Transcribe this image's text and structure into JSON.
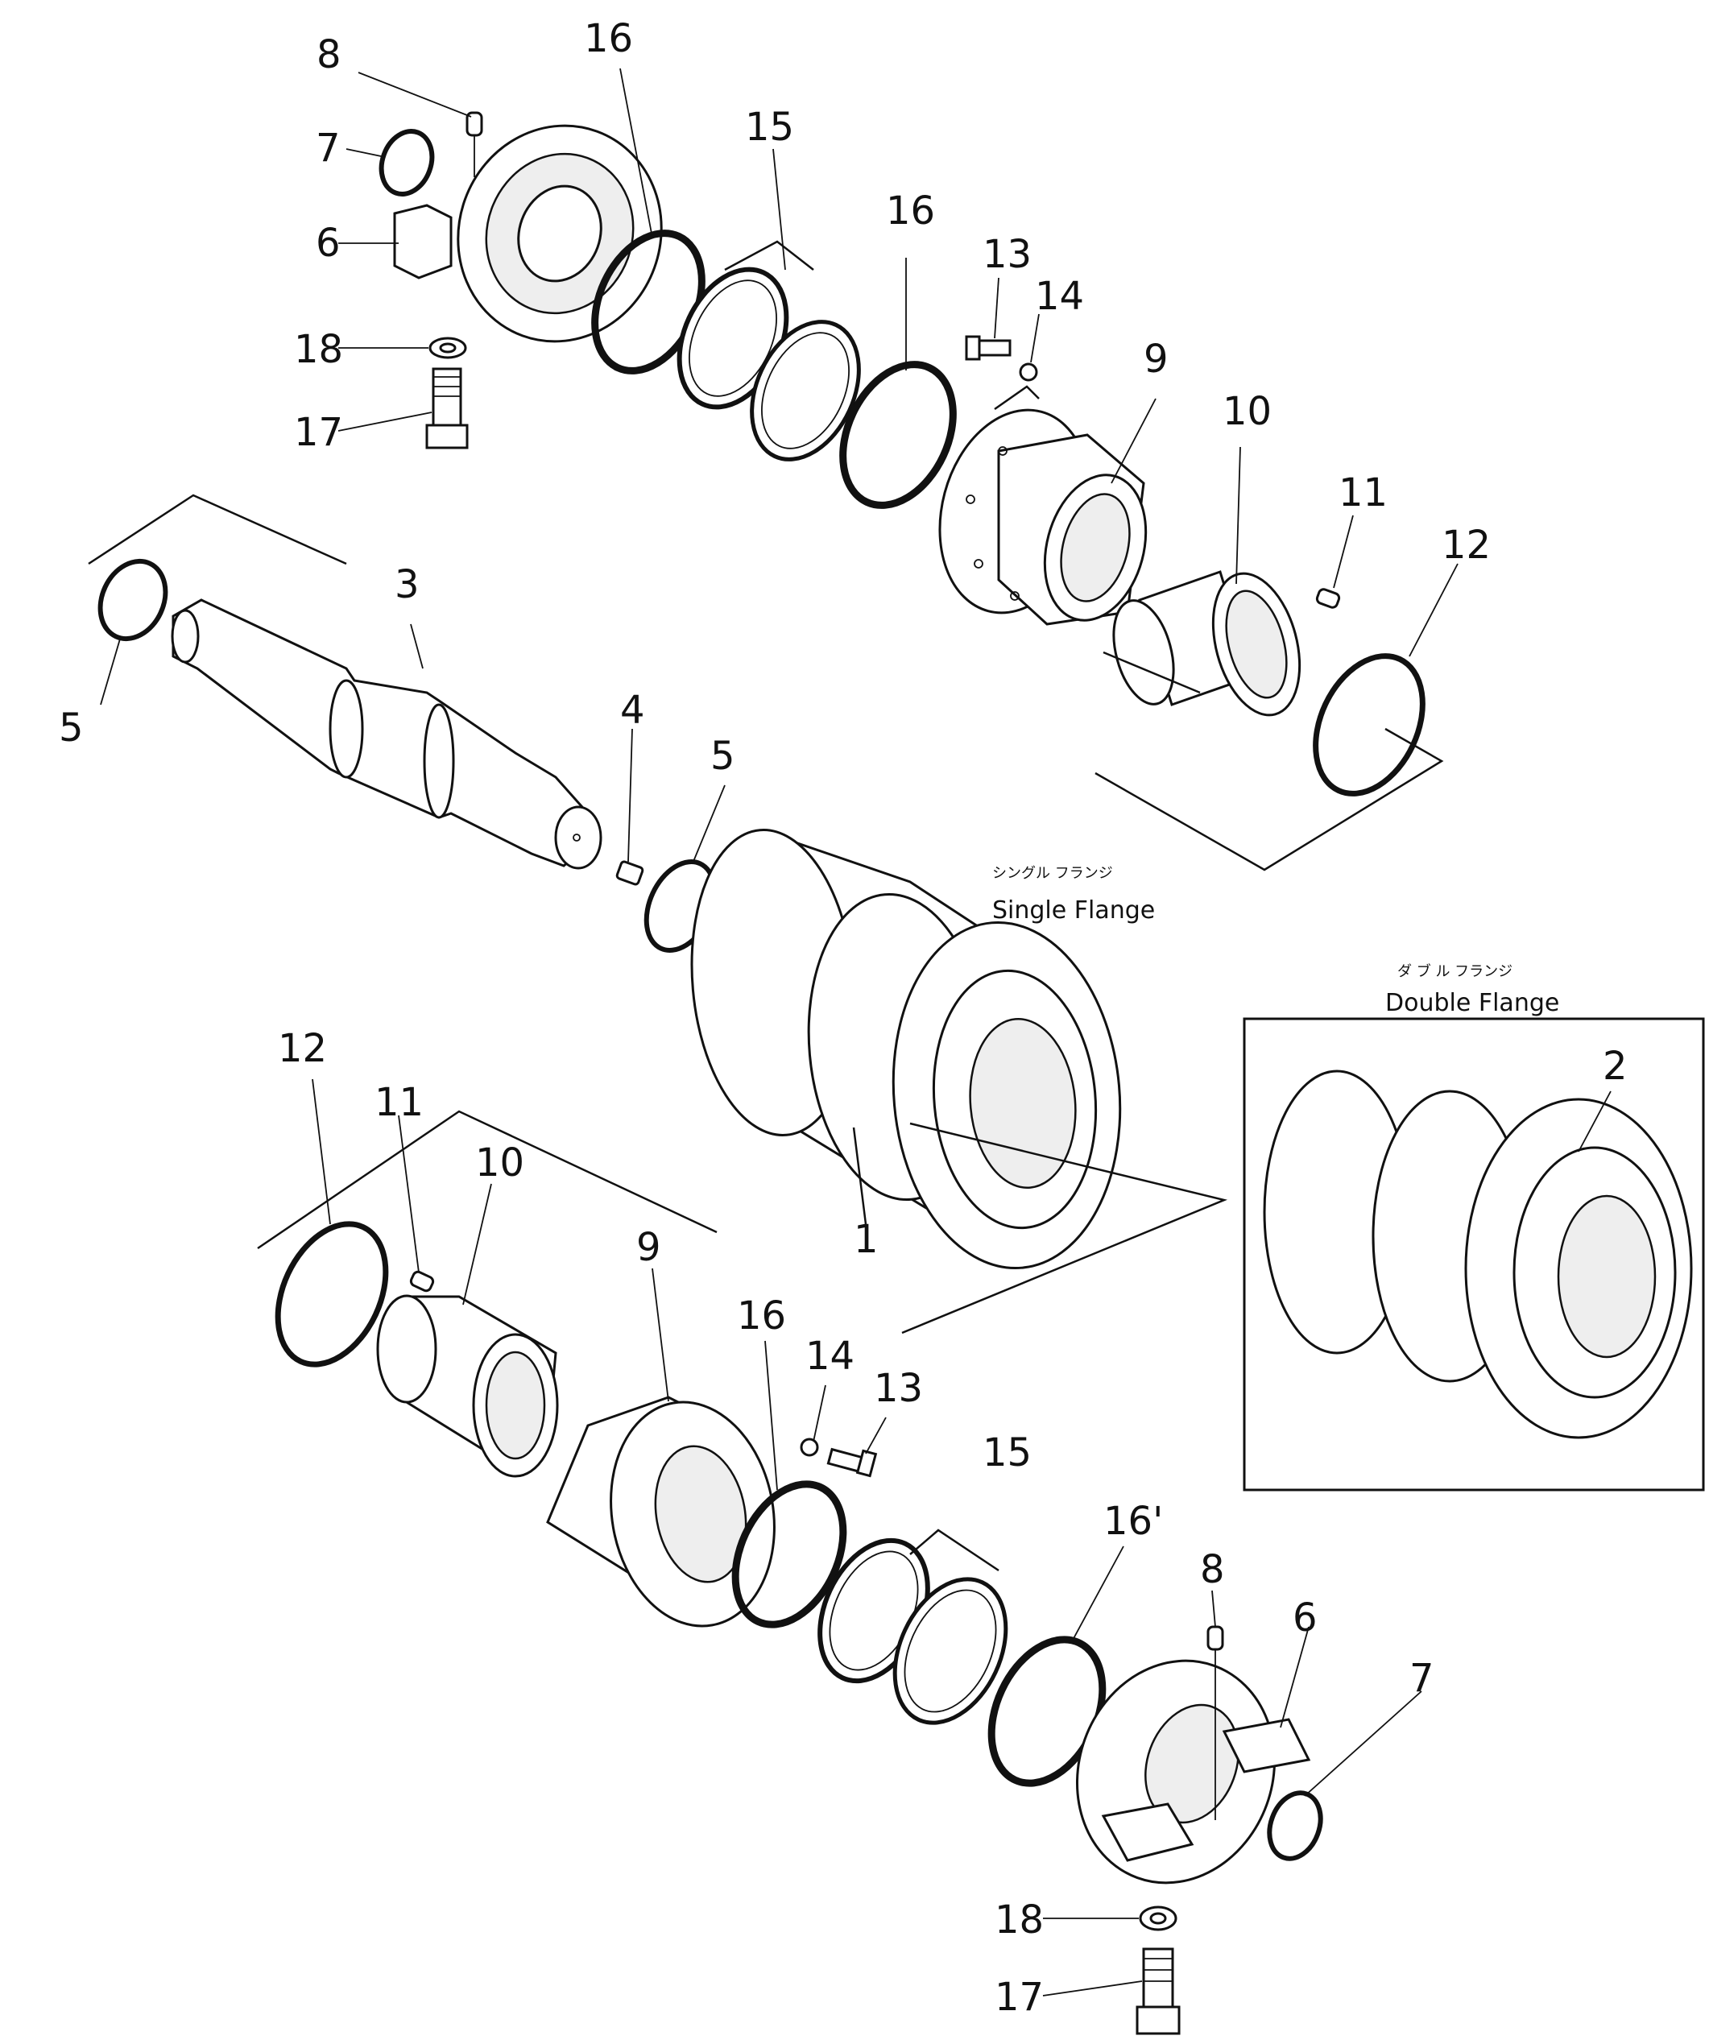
{
  "diagram": {
    "single_flange": {
      "kana": "シングル フランジ",
      "label": "Single Flange"
    },
    "double_flange": {
      "kana": "ダ ブ ル フランジ",
      "label": "Double Flange"
    },
    "callouts": {
      "c1": "1",
      "c2": "2",
      "c3": "3",
      "c4": "4",
      "c5a": "5",
      "c5b": "5",
      "c6a": "6",
      "c6b": "6",
      "c7a": "7",
      "c7b": "7",
      "c8a": "8",
      "c8b": "8",
      "c9a": "9",
      "c9b": "9",
      "c10a": "10",
      "c10b": "10",
      "c11a": "11",
      "c11b": "11",
      "c12a": "12",
      "c12b": "12",
      "c13a": "13",
      "c13b": "13",
      "c14a": "14",
      "c14b": "14",
      "c15a": "15",
      "c15b": "15",
      "c16a": "16",
      "c16b": "16",
      "c16c": "16",
      "c16d": "16'",
      "c17a": "17",
      "c17b": "17",
      "c18a": "18",
      "c18b": "18"
    }
  }
}
